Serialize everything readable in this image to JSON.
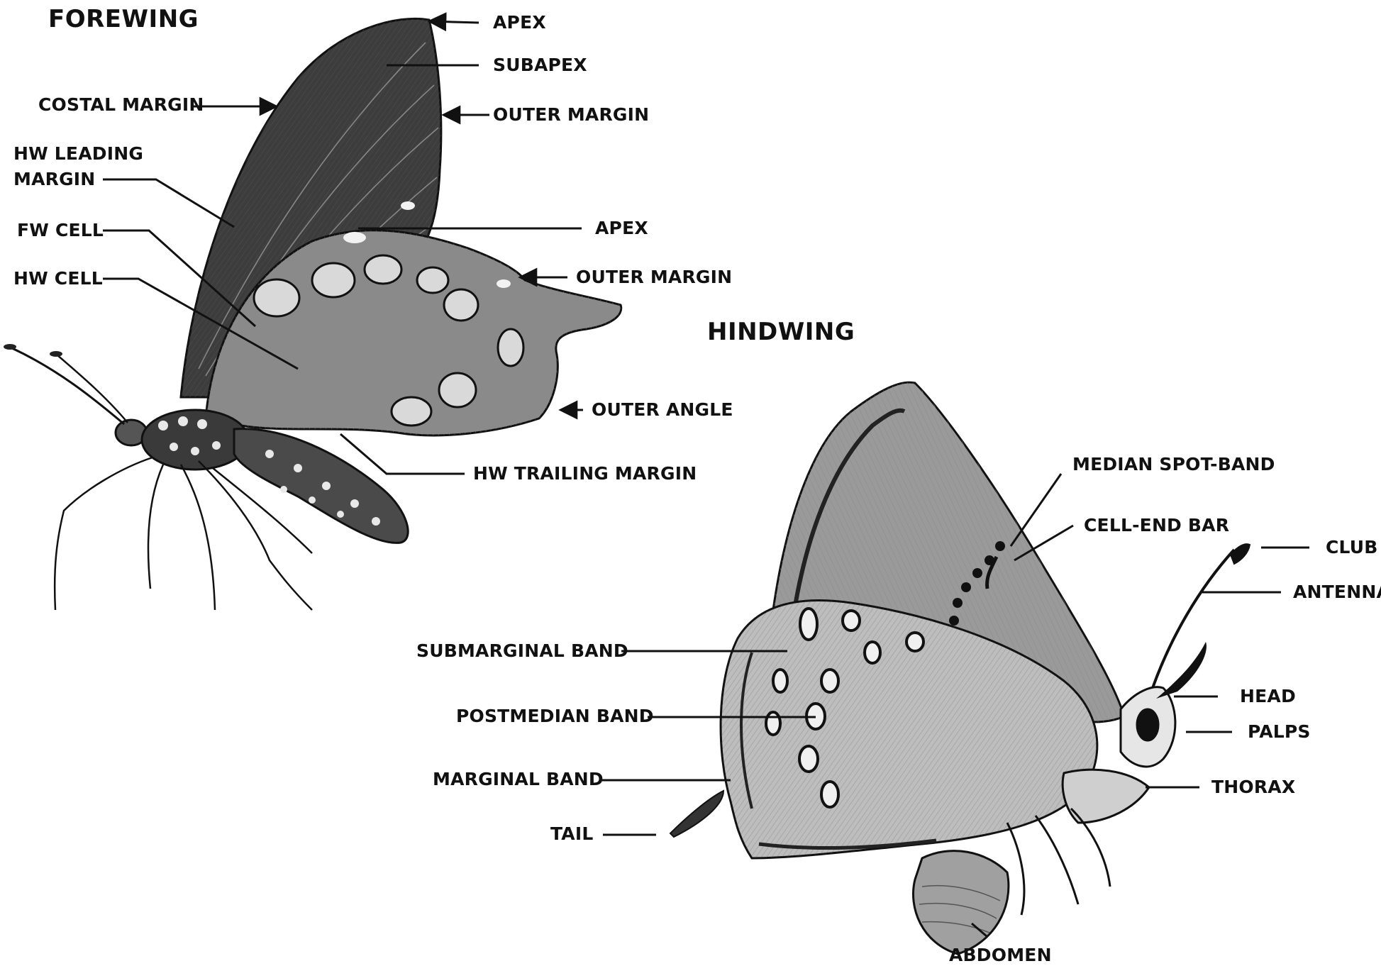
{
  "colors": {
    "ink": "#111111",
    "wing_dark": "#3a3a3a",
    "wing_mid": "#7a7a7a",
    "wing_light": "#c9c9c9",
    "paper": "#ffffff"
  },
  "headings": {
    "forewing": "FOREWING",
    "hindwing": "HINDWING"
  },
  "swallowtail_labels": {
    "apex": "APEX",
    "subapex": "SUBAPEX",
    "costal_margin": "COSTAL MARGIN",
    "outer_margin": "OUTER MARGIN",
    "hw_leading_margin_line1": "HW LEADING",
    "hw_leading_margin_line2": "MARGIN",
    "fw_cell": "FW CELL",
    "hw_cell": "HW CELL",
    "hw_apex": "APEX",
    "hw_outer_margin": "OUTER MARGIN",
    "outer_angle": "OUTER ANGLE",
    "hw_trailing_margin": "HW TRAILING MARGIN"
  },
  "hairstreak_labels": {
    "median_spot_band": "MEDIAN SPOT-BAND",
    "cell_end_bar": "CELL-END BAR",
    "club": "CLUB",
    "antenna": "ANTENNA",
    "submarginal_band": "SUBMARGINAL BAND",
    "postmedian_band": "POSTMEDIAN BAND",
    "marginal_band": "MARGINAL BAND",
    "tail": "TAIL",
    "head": "HEAD",
    "palps": "PALPS",
    "thorax": "THORAX",
    "abdomen": "ABDOMEN"
  }
}
